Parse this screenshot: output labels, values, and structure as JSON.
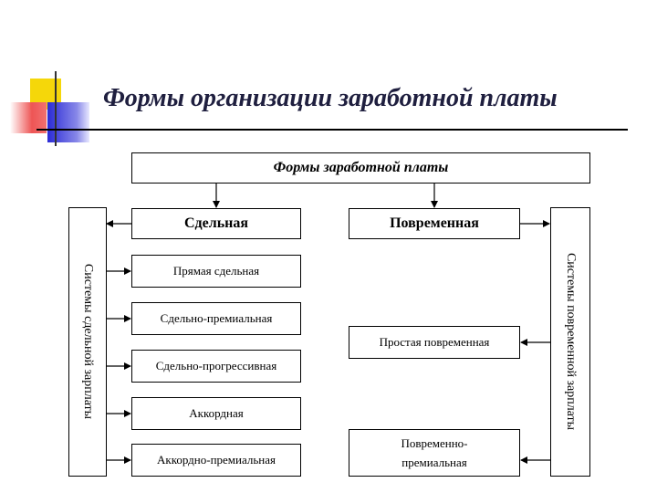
{
  "title": "Формы организации заработной платы",
  "root": "Формы заработной платы",
  "left_category": "Сдельная",
  "right_category": "Повременная",
  "left_side_label": "Системы сдельной зарплаты",
  "right_side_label": "Системы повременной зарплаты",
  "left_items": [
    "Прямая сдельная",
    "Сдельно-премиальная",
    "Сдельно-прогрессивная",
    "Аккордная",
    "Аккордно-премиальная"
  ],
  "right_items": [
    "Простая повременная",
    "Повременно-премиальная"
  ],
  "colors": {
    "yellow": "#f5d70a",
    "blue": "#3a3ad0",
    "red": "#ee4444",
    "title": "#1f1f3f"
  }
}
